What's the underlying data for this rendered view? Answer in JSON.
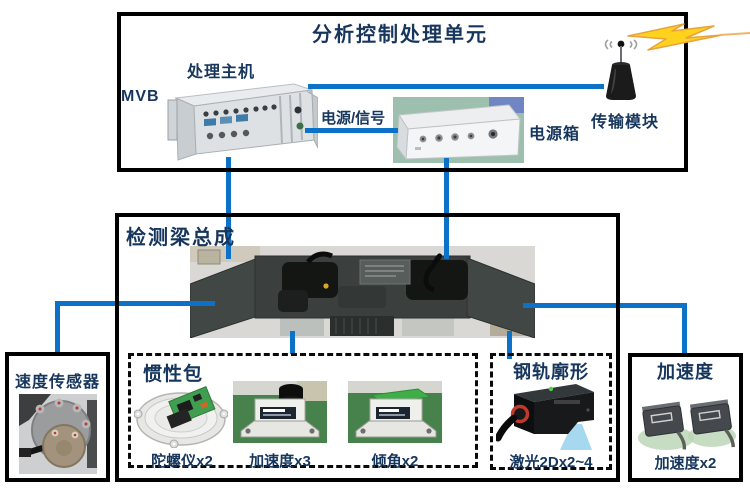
{
  "diagram_title_note": "railway track inspection system architecture diagram",
  "colors": {
    "connector_line": "#0b72c8",
    "label_text": "#17365d",
    "box_border": "#000000",
    "lightning_yellow": "#ffd21e",
    "lightning_outline": "#e8a33d"
  },
  "top_unit": {
    "title": "分析控制处理单元",
    "host_label": "处理主机",
    "mvb_label": "MVB",
    "power_signal_label": "电源/信号",
    "power_box_label": "电源箱",
    "transmission_label": "传输模块"
  },
  "beam_unit": {
    "title": "检测梁总成"
  },
  "speed_sensor_box": {
    "title": "速度传感器"
  },
  "inertial_box": {
    "title": "惯性包",
    "items": [
      {
        "label": "陀螺仪x2"
      },
      {
        "label": "加速度x3"
      },
      {
        "label": "倾角x2"
      }
    ]
  },
  "rail_profile_box": {
    "title": "钢轨廓形",
    "item_label": "激光2Dx2~4"
  },
  "accel_box": {
    "title": "加速度",
    "item_label": "加速度x2"
  },
  "icons": {
    "antenna-icon": "black cone antenna with signal waves",
    "lightning-icon": "yellow lightning bolt",
    "processing-host-photo": "rack processing computer",
    "power-box-photo": "silver power supply box",
    "beam-photo": "dark detection beam under car body",
    "axle-sensor-photo": "speed sensor on axle end",
    "gyro-photo": "round gyroscope with green PCB",
    "accelerometer-photo": "white Jewell accelerometer",
    "tilt-photo": "white Jewell tilt sensor",
    "laser-photo": "black 2D laser profiler with blue fan beam",
    "dual-accel-photo": "two small grey accelerometers"
  }
}
